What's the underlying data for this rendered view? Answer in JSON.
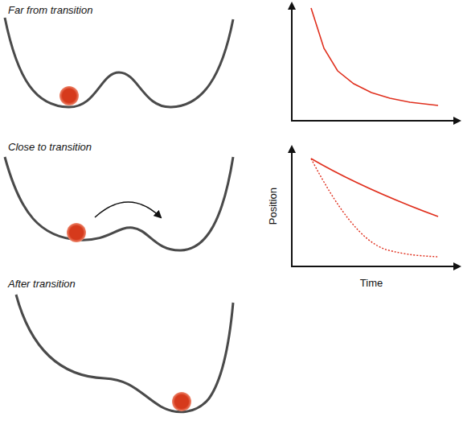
{
  "diagram": {
    "labels": [
      "Far from transition",
      "Close to transition",
      "Position",
      "Time",
      "After transition"
    ]
  }
}
